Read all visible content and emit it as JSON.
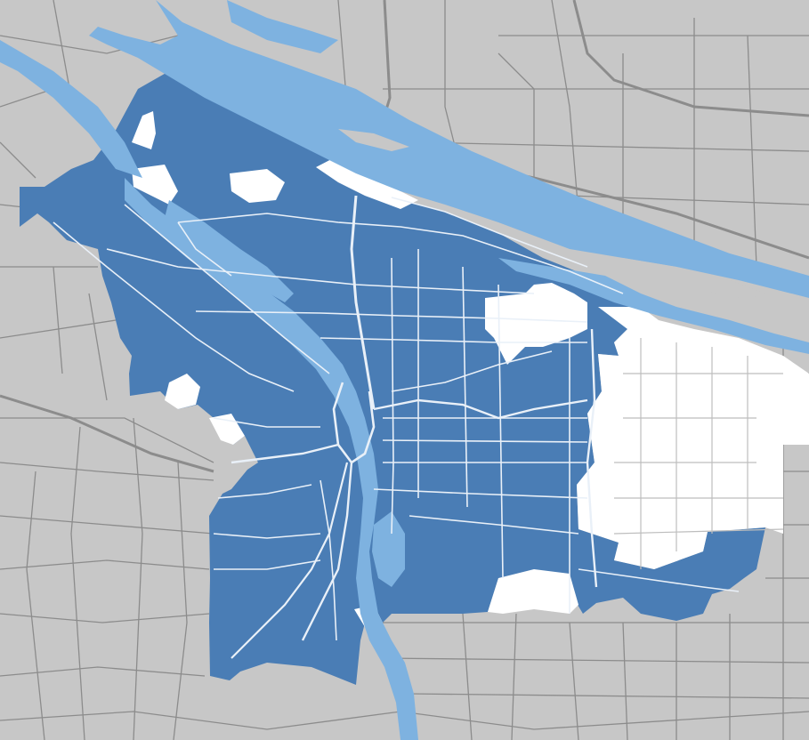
{
  "map": {
    "colors": {
      "land": "#c7c7c7",
      "background_roads": "#8c8c8c",
      "city_fill": "#4a7db5",
      "other_area": "#ffffff",
      "water": "#7eb2e0",
      "city_roads": "#e9f0f8",
      "white_area_roads": "#bdbdbd"
    },
    "layers": [
      {
        "name": "land",
        "icon": ""
      },
      {
        "name": "background-roads",
        "icon": ""
      },
      {
        "name": "city-boundary",
        "icon": ""
      },
      {
        "name": "white-areas",
        "icon": ""
      },
      {
        "name": "rivers",
        "icon": ""
      },
      {
        "name": "city-streets",
        "icon": ""
      }
    ]
  }
}
